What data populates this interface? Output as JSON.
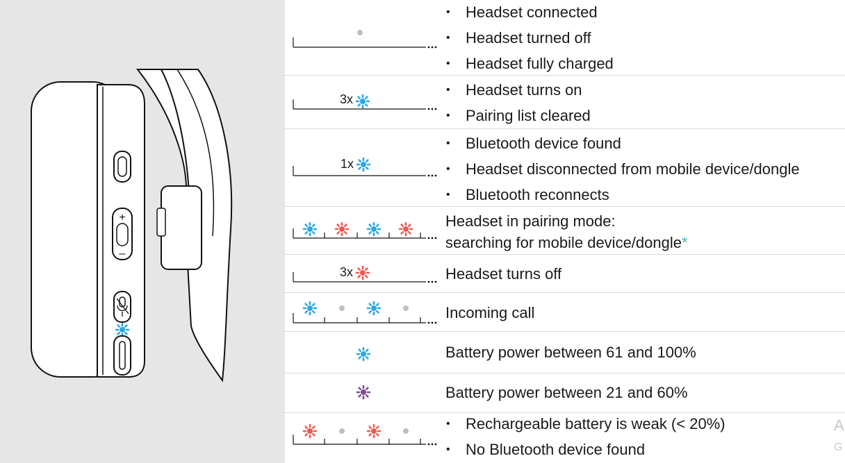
{
  "colors": {
    "panel_bg": "#e6e6e6",
    "led_blue": "#2aa7e8",
    "led_red": "#ef5a53",
    "led_purple": "#7c4a9b",
    "led_off": "#bfbfbf",
    "asterisk": "#3cbfae",
    "divider": "#d9d9d9"
  },
  "illustration": {
    "name": "headset-earcup-side-view",
    "buttons": [
      "power-button",
      "volume-plus-button",
      "volume-minus-button",
      "mute-mic-button",
      "led-indicator",
      "charging-port"
    ],
    "volume_plus_glyph": "+",
    "volume_minus_glyph": "–"
  },
  "rows": [
    {
      "pattern": "single-grey-dot",
      "bullets": [
        "Headset connected",
        "Headset turned off",
        "Headset fully charged"
      ]
    },
    {
      "pattern": "flash-blue",
      "repeat": "3x",
      "bullets": [
        "Headset turns on",
        "Pairing list cleared"
      ]
    },
    {
      "pattern": "flash-blue",
      "repeat": "1x",
      "bullets": [
        "Bluetooth device found",
        "Headset disconnected from mobile device/dongle",
        "Bluetooth reconnects"
      ]
    },
    {
      "pattern": "alternate-blue-red",
      "description_line1": "Headset in pairing mode:",
      "description_line2": "searching for mobile device/dongle",
      "asterisk": "*"
    },
    {
      "pattern": "flash-red",
      "repeat": "3x",
      "description": "Headset turns off"
    },
    {
      "pattern": "alternate-blue-grey",
      "description": "Incoming call"
    },
    {
      "pattern": "steady-blue",
      "description": "Battery power between 61 and 100%"
    },
    {
      "pattern": "steady-purple",
      "description": "Battery power between 21 and 60%"
    },
    {
      "pattern": "alternate-red-grey",
      "bullets": [
        "Rechargeable battery is weak (< 20%)",
        "No Bluetooth device found"
      ]
    }
  ],
  "edge_cutoff": {
    "top_letter": "A",
    "bottom_letter": "G"
  }
}
